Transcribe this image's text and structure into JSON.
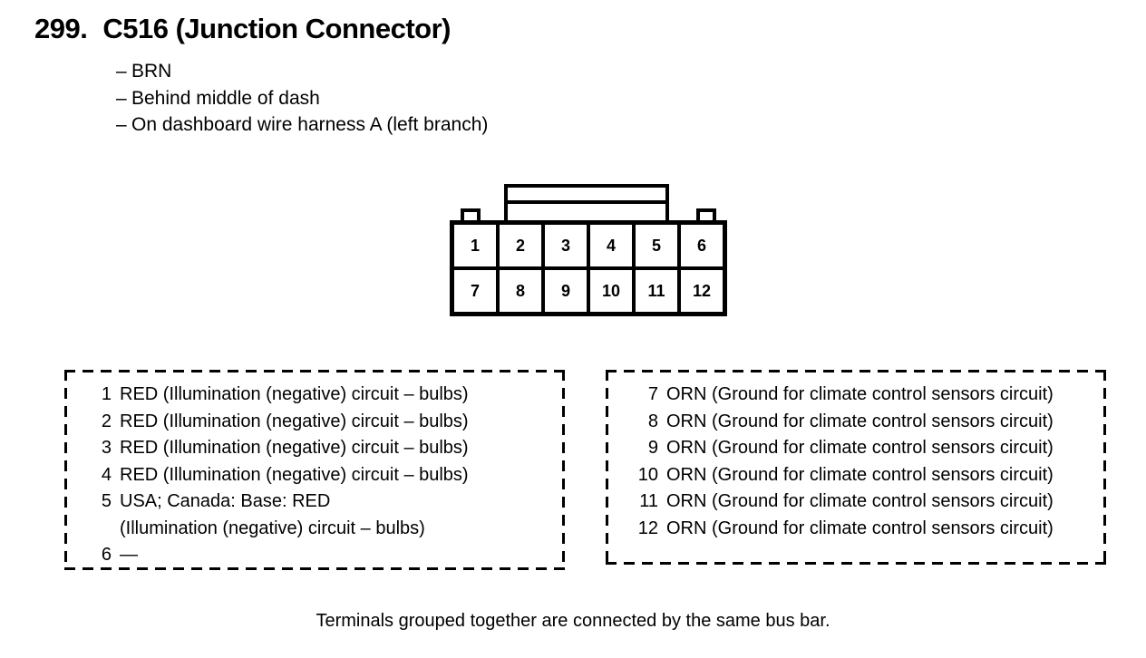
{
  "header": {
    "number": "299.",
    "title": "C516 (Junction Connector)",
    "dash": "–",
    "notes": [
      "BRN",
      "Behind middle of dash",
      "On dashboard wire harness A (left branch)"
    ]
  },
  "connector": {
    "rows": [
      [
        "1",
        "2",
        "3",
        "4",
        "5",
        "6"
      ],
      [
        "7",
        "8",
        "9",
        "10",
        "11",
        "12"
      ]
    ]
  },
  "terminals": {
    "left": [
      {
        "num": "1",
        "desc": "RED (Illumination (negative) circuit – bulbs)"
      },
      {
        "num": "2",
        "desc": "RED (Illumination (negative) circuit – bulbs)"
      },
      {
        "num": "3",
        "desc": "RED (Illumination (negative) circuit – bulbs)"
      },
      {
        "num": "4",
        "desc": "RED (Illumination (negative) circuit – bulbs)"
      },
      {
        "num": "5",
        "desc": "USA; Canada: Base: RED",
        "cont": "(Illumination (negative) circuit – bulbs)"
      },
      {
        "num": "6",
        "desc": "—"
      }
    ],
    "right": [
      {
        "num": "7",
        "desc": "ORN (Ground for climate control sensors circuit)"
      },
      {
        "num": "8",
        "desc": "ORN (Ground for climate control sensors circuit)"
      },
      {
        "num": "9",
        "desc": "ORN (Ground for climate control sensors circuit)"
      },
      {
        "num": "10",
        "desc": "ORN (Ground for climate control sensors circuit)"
      },
      {
        "num": "11",
        "desc": "ORN (Ground for climate control sensors circuit)"
      },
      {
        "num": "12",
        "desc": "ORN (Ground for climate control sensors circuit)"
      }
    ]
  },
  "footer": {
    "caption": "Terminals grouped together are connected by the same bus bar."
  },
  "colors": {
    "ink": "#000000",
    "paper": "#ffffff"
  }
}
